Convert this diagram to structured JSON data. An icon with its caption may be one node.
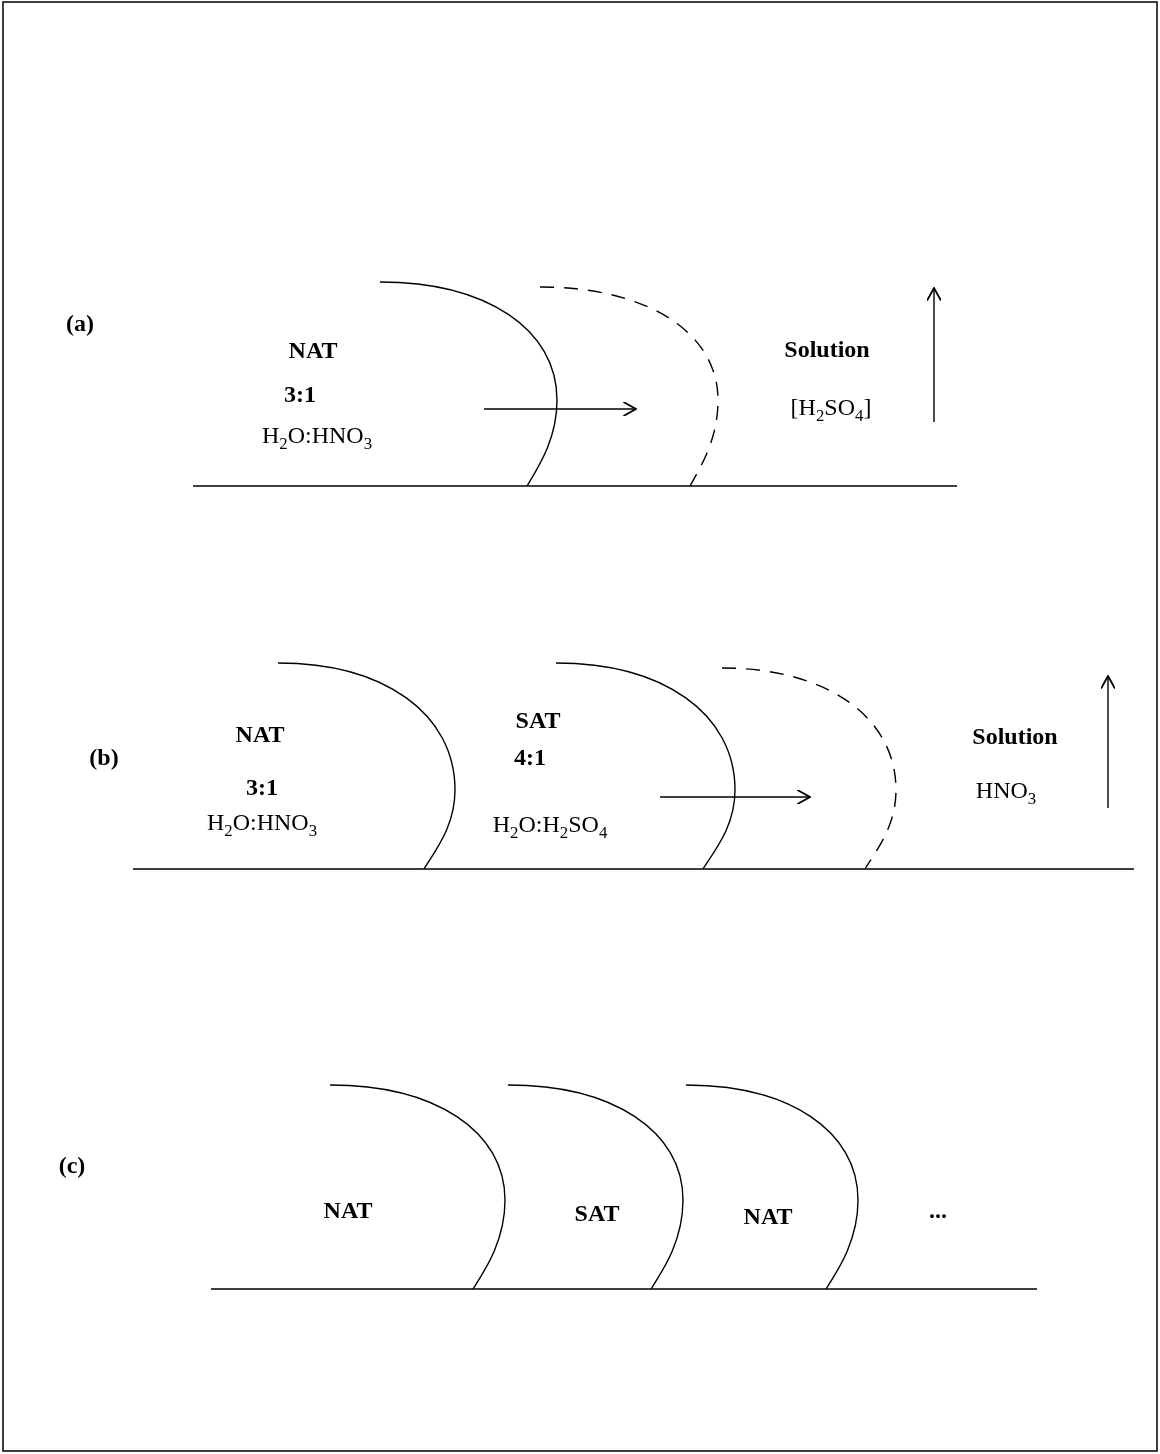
{
  "diagram": {
    "labels": [
      "(a)",
      "NAT",
      "Solution",
      "3:1",
      "H$_{2}$O:HNO$_{3}$",
      "[H$_{2}$SO$_{4}$]",
      "(b)",
      "SAT",
      "NAT",
      "Solution",
      "4:1",
      "3:1",
      "HNO$_{3}$",
      "H$_{2}$O:HNO$_{3}$",
      "H$_{2}$O:H$_{2}$SO$_{4}$",
      "(c)",
      "NAT",
      "...",
      "SAT",
      "NAT"
    ]
  }
}
